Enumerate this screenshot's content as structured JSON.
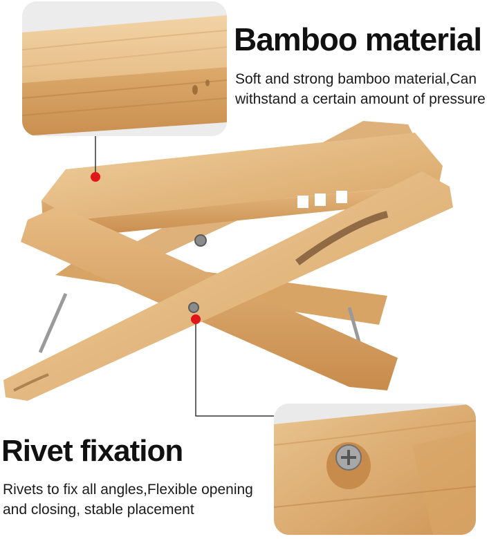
{
  "top_feature": {
    "title": "Bamboo material",
    "description_line1": "Soft and strong bamboo material,Can",
    "description_line2": "withstand a certain amount of pressure"
  },
  "bottom_feature": {
    "title": "Rivet fixation",
    "description_line1": "Rivets to fix all angles,Flexible opening",
    "description_line2": "and closing, stable placement"
  },
  "colors": {
    "accent_dot": "#e0161b",
    "wood_light": "#e9c48f",
    "wood_mid": "#d9a567",
    "wood_dark": "#b57d43"
  }
}
